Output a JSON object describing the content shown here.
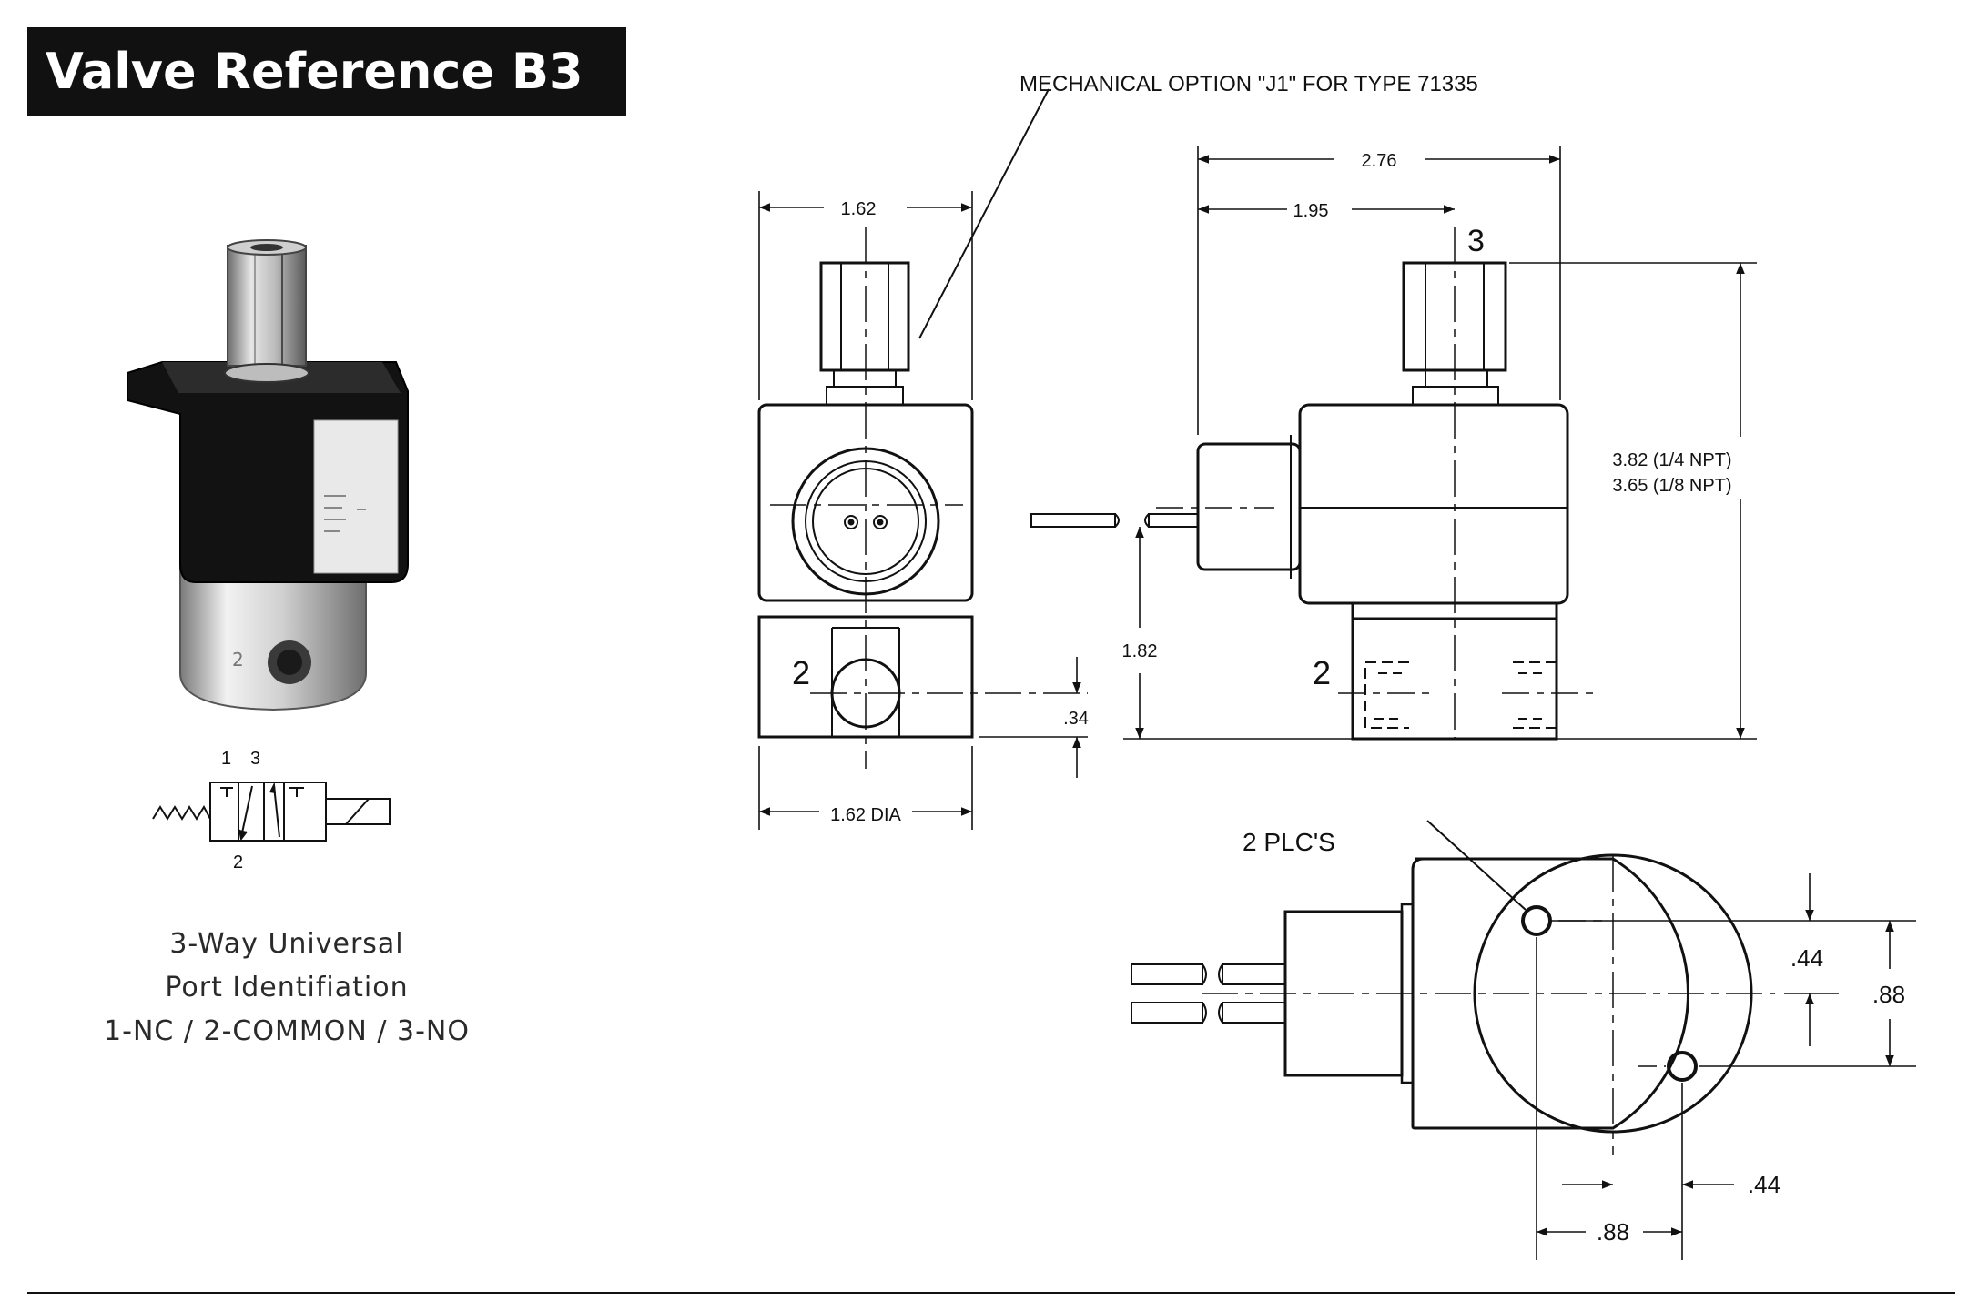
{
  "title": "Valve Reference B3",
  "captions": {
    "line1": "3-Way Universal",
    "line2": "Port Identifiation",
    "line3": "1-NC / 2-COMMON / 3-NO"
  },
  "schematic": {
    "port_1": "1",
    "port_3": "3",
    "port_2": "2"
  },
  "drawing": {
    "mechanical_option": "MECHANICAL OPTION \"J1\" FOR TYPE 71335",
    "front": {
      "width_top": "1.62",
      "width_bottom": "1.62 DIA",
      "port_offset": ".34",
      "port_label": "2"
    },
    "side": {
      "overall_width": "2.76",
      "port3_offset": "1.95",
      "port3_label": "3",
      "height_line1": "3.82 (1/4 NPT)",
      "height_line2": "3.65 (1/8 NPT)",
      "lead_height": "1.82",
      "port_label": "2"
    },
    "bottom": {
      "plcs": "2  PLC'S",
      "dim_y_small": ".44",
      "dim_y_large": ".88",
      "dim_x_small": ".44",
      "dim_x_large": ".88"
    }
  }
}
